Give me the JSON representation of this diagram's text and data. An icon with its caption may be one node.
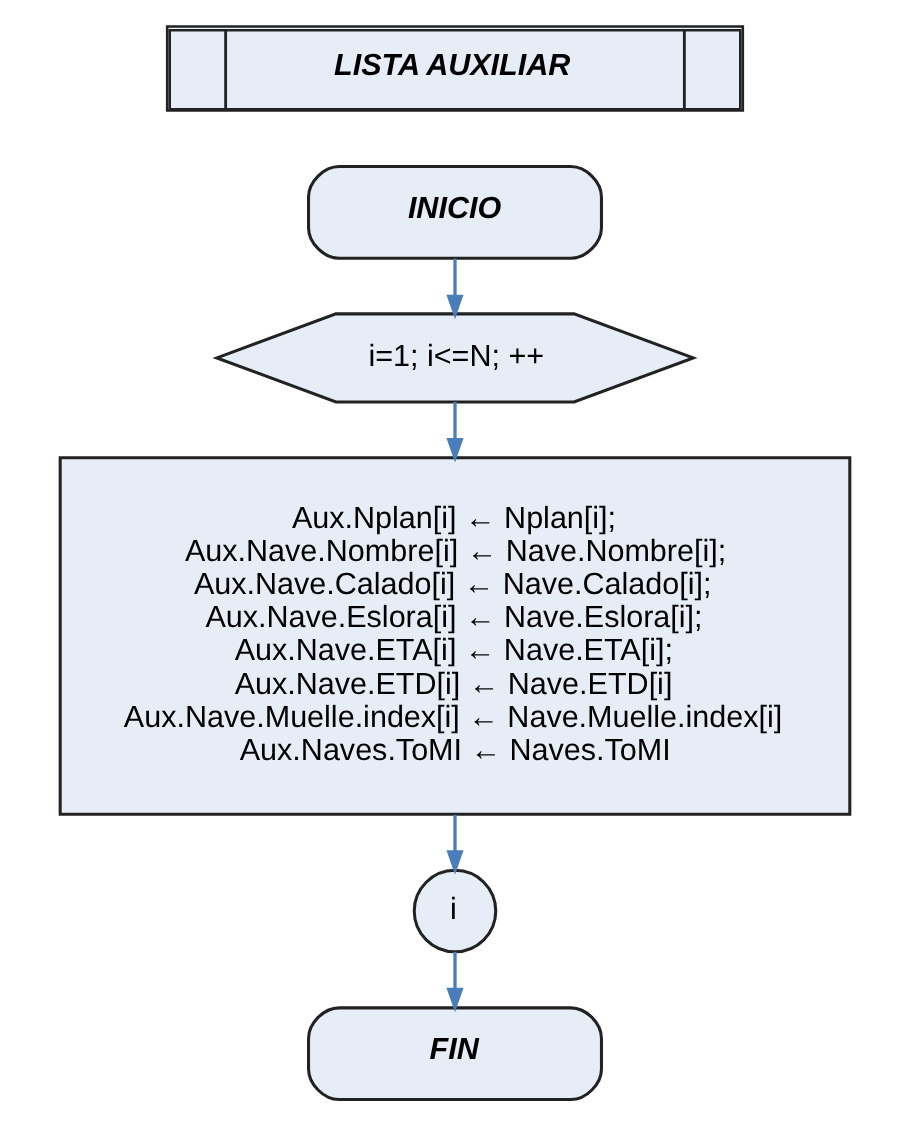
{
  "diagram": {
    "nodes": [
      {
        "text": [
          "LISTA AUXILIAR"
        ]
      },
      {
        "text": [
          "INICIO"
        ]
      },
      {
        "text": [
          "i=1; i<=N; ++"
        ]
      },
      {
        "text": [
          "Aux.Nplan[i] ← Nplan[i];",
          "Aux.Nave.Nombre[i] ← Nave.Nombre[i];",
          "Aux.Nave.Calado[i] ← Nave.Calado[i];",
          "Aux.Nave.Eslora[i] ← Nave.Eslora[i];",
          "Aux.Nave.ETA[i] ← Nave.ETA[i];",
          "Aux.Nave.ETD[i] ← Nave.ETD[i]",
          "Aux.Nave.Muelle.index[i] ← Nave.Muelle.index[i]",
          "Aux.Naves.ToMI ← Naves.ToMI"
        ]
      },
      {
        "text": [
          "i"
        ]
      },
      {
        "text": [
          "FIN"
        ]
      }
    ],
    "edges": [
      {
        "from": 1,
        "to": 2,
        "arrow": "to"
      },
      {
        "from": 2,
        "to": 3,
        "arrow": "to"
      },
      {
        "from": 3,
        "to": 4,
        "arrow": "to"
      },
      {
        "from": 4,
        "to": 5,
        "arrow": "to"
      }
    ]
  }
}
